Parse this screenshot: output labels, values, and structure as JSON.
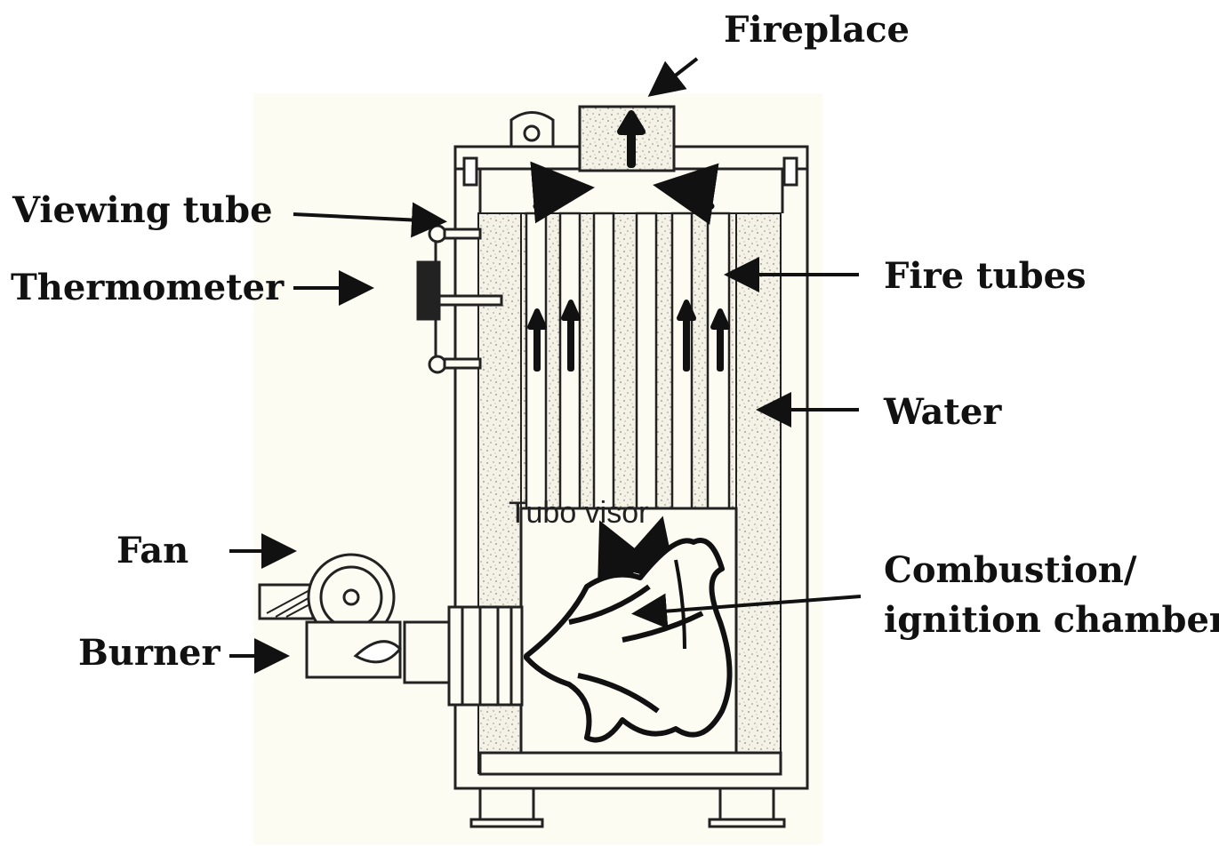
{
  "labels": {
    "fireplace": "Fireplace",
    "viewing_tube": "Viewing tube",
    "thermometer": "Thermometer",
    "fire_tubes": "Fire tubes",
    "water": "Water",
    "fan": "Fan",
    "burner": "Burner",
    "combustion_line1": "Combustion/",
    "combustion_line2": "ignition chamber"
  },
  "overlay_text": "Tubo visor",
  "colors": {
    "ink": "#111111",
    "paper": "#fdfcf3",
    "speckle": "#b9b3a6"
  }
}
